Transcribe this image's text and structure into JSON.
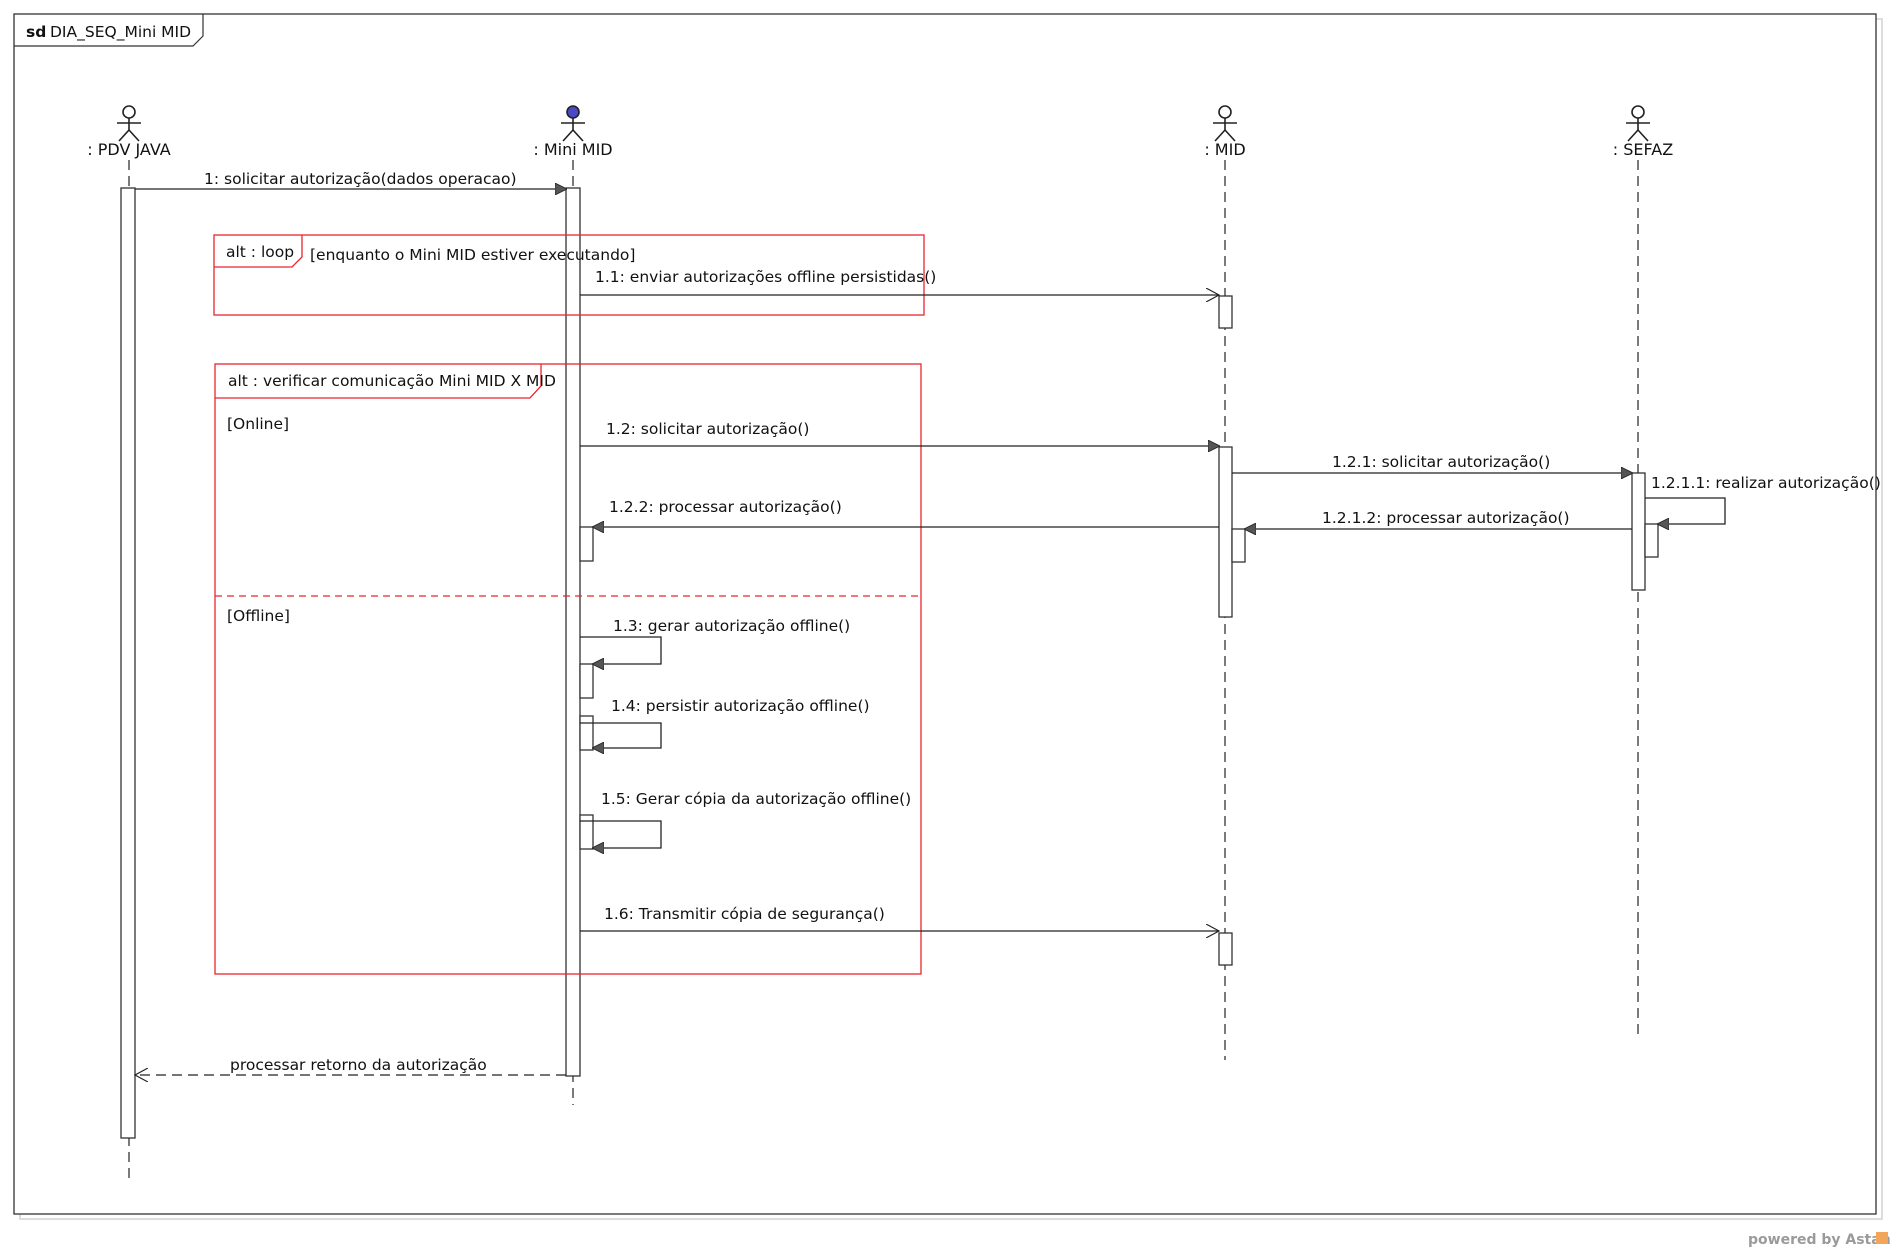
{
  "frame": {
    "keyword": "sd",
    "name": "DIA_SEQ_Mini MID"
  },
  "lifelines": [
    {
      "id": "pdv",
      "name": ": PDV JAVA"
    },
    {
      "id": "minimid",
      "name": ": Mini MID"
    },
    {
      "id": "mid",
      "name": ": MID"
    },
    {
      "id": "sefaz",
      "name": ": SEFAZ"
    }
  ],
  "fragments": {
    "loop": {
      "tag": "alt : loop",
      "guard": "[enquanto o Mini MID estiver executando]"
    },
    "alt": {
      "tag": "alt : verificar comunicação Mini MID X MID",
      "guard_online": "[Online]",
      "guard_offline": "[Offline]"
    }
  },
  "messages": {
    "m1": "1: solicitar autorização(dados operacao)",
    "m1_1": "1.1: enviar autorizações offline persistidas()",
    "m1_2": "1.2: solicitar autorização()",
    "m1_2_1": "1.2.1: solicitar autorização()",
    "m1_2_1_1": "1.2.1.1: realizar autorização()",
    "m1_2_1_2": "1.2.1.2: processar autorização()",
    "m1_2_2": "1.2.2: processar autorização()",
    "m1_3": "1.3: gerar autorização offline()",
    "m1_4": "1.4: persistir autorização offline()",
    "m1_5": "1.5: Gerar cópia da autorização offline()",
    "m1_6": "1.6: Transmitir cópia de segurança()",
    "m_return": "processar retorno da autorização"
  },
  "colors": {
    "fragment_border": "#e8262d",
    "line": "#222222",
    "actor_head_highlight": "#4a4ac8"
  },
  "watermark": "powered by Astah"
}
